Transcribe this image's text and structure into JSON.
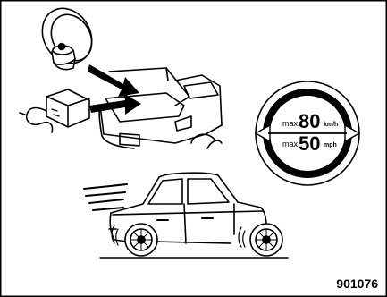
{
  "figure": {
    "code": "901076"
  },
  "speed_label": {
    "line1_prefix": "max.",
    "line1_value": "80",
    "line1_unit": "km/h",
    "line2_prefix": "max.",
    "line2_value": "50",
    "line2_unit": "mph"
  },
  "colors": {
    "ink": "#000000",
    "paper": "#ffffff",
    "border": "#000000"
  },
  "icons": [
    "spare-wheel-icon",
    "tire-repair-kit-icon",
    "trunk-icon",
    "arrow-icon",
    "speed-limit-sticker-icon",
    "moving-car-icon"
  ]
}
